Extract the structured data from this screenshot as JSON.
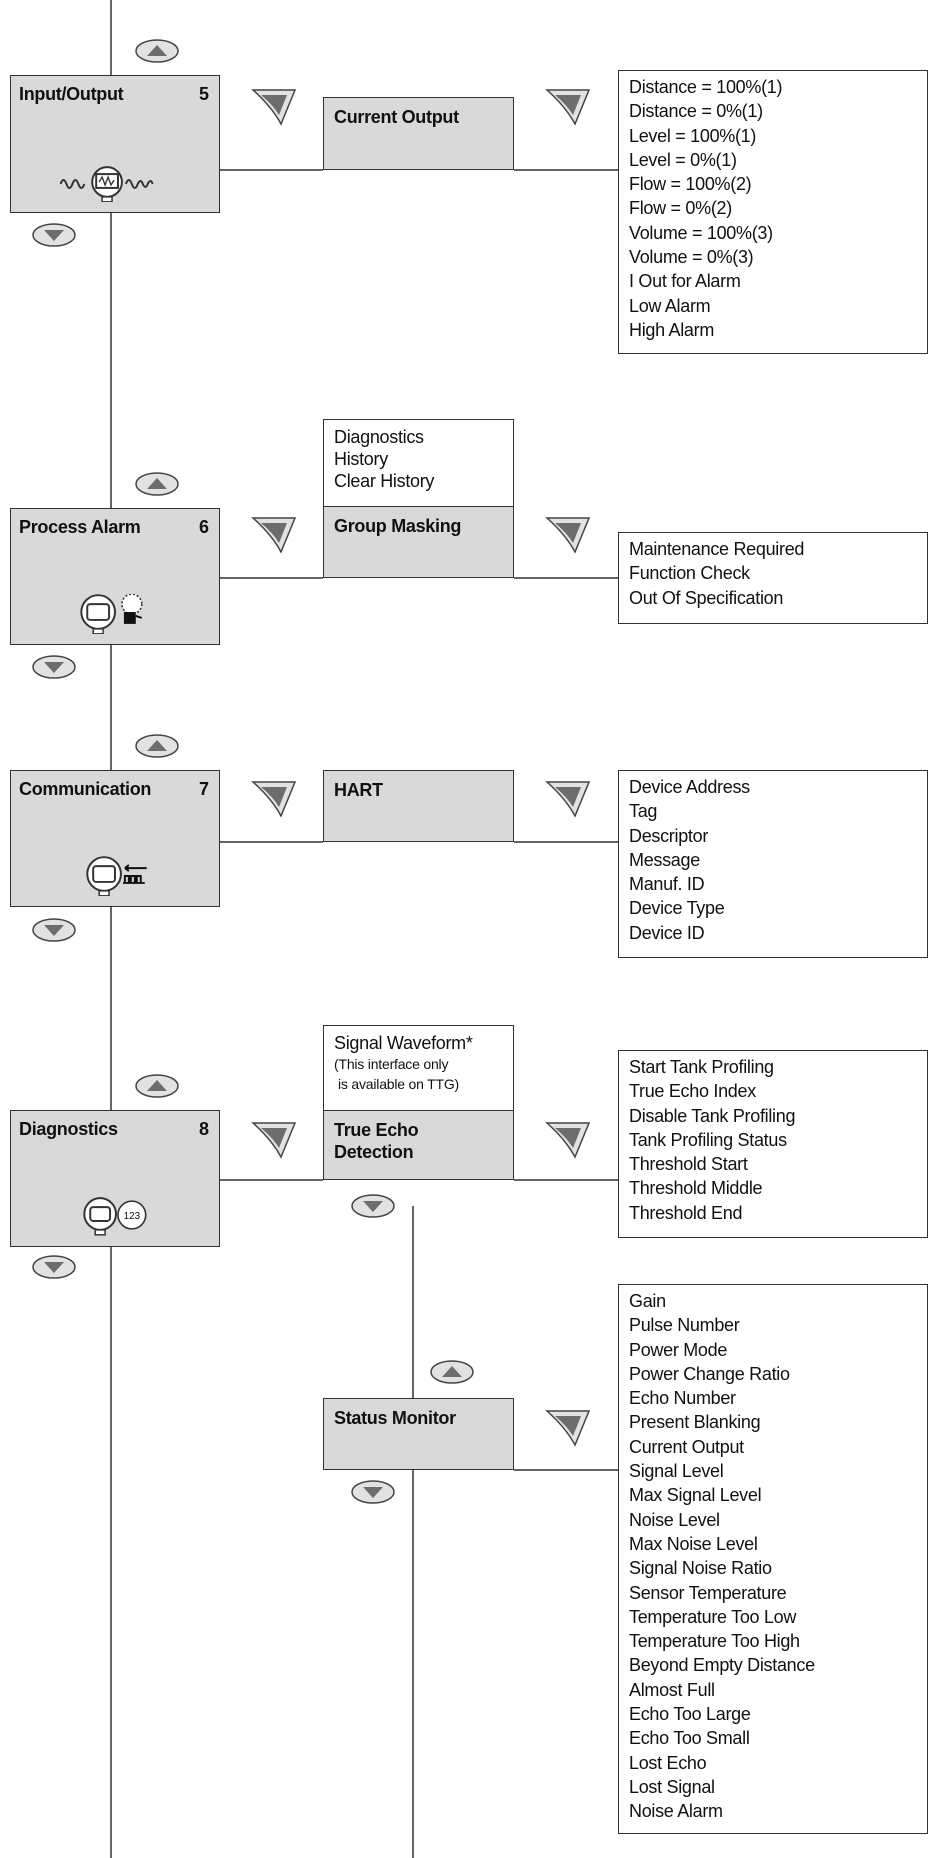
{
  "modules": [
    {
      "title": "Input/Output",
      "number": "5",
      "icon": "waveform-display-icon",
      "submenus": [
        {
          "label": "Current Output",
          "options": [
            "Distance = 100%(1)",
            "Distance = 0%(1)",
            "Level = 100%(1)",
            "Level = 0%(1)",
            "Flow = 100%(2)",
            "Flow = 0%(2)",
            "Volume = 100%(3)",
            "Volume = 0%(3)",
            "I Out for Alarm",
            "Low Alarm",
            "High Alarm"
          ]
        }
      ]
    },
    {
      "title": "Process Alarm",
      "number": "6",
      "icon": "display-lightbulb-icon",
      "submenus": [
        {
          "label": "Group Masking",
          "above": [
            "Diagnostics",
            "History",
            "Clear History"
          ],
          "options": [
            "Maintenance Required",
            "Function Check",
            "Out Of Specification"
          ]
        }
      ]
    },
    {
      "title": "Communication",
      "number": "7",
      "icon": "display-hart-icon",
      "submenus": [
        {
          "label": "HART",
          "options": [
            "Device Address",
            "Tag",
            "Descriptor",
            "Message",
            "Manuf. ID",
            "Device Type",
            "Device ID"
          ]
        }
      ]
    },
    {
      "title": "Diagnostics",
      "number": "8",
      "icon": "display-123-icon",
      "icon_text": "123",
      "submenus": [
        {
          "label": "True Echo Detection",
          "label_lines": [
            "True Echo",
            "Detection"
          ],
          "above": [
            "Signal Waveform*",
            "(This interface only",
            "is available on TTG)"
          ],
          "options": [
            "Start Tank Profiling",
            "True Echo Index",
            "Disable Tank Profiling",
            "Tank Profiling Status",
            "Threshold Start",
            "Threshold Middle",
            "Threshold End"
          ]
        },
        {
          "label": "Status Monitor",
          "options": [
            "Gain",
            "Pulse Number",
            "Power Mode",
            "Power Change Ratio",
            "Echo Number",
            "Present Blanking",
            "Current Output",
            "Signal Level",
            "Max Signal Level",
            "Noise Level",
            "Max Noise Level",
            "Signal Noise Ratio",
            "Sensor Temperature",
            "Temperature Too Low",
            "Temperature Too High",
            "Beyond Empty Distance",
            "Almost Full",
            "Echo Too Large",
            "Echo Too Small",
            "Lost Echo",
            "Lost Signal",
            "Noise Alarm"
          ]
        }
      ]
    }
  ],
  "colors": {
    "box_fill": "#d9d9d9",
    "line": "#333333",
    "button_fill": "#e2e2e2",
    "arrow": "#6d6d6d"
  }
}
